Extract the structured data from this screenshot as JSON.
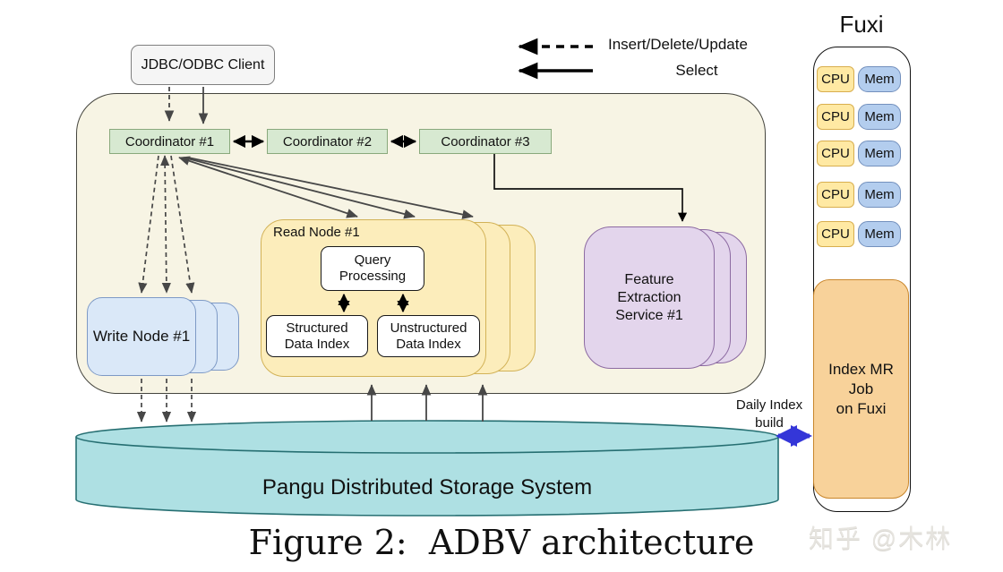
{
  "caption": "Figure 2:  ADBV architecture",
  "watermark": "知乎 @木林",
  "legend": {
    "dashed_label": "Insert/Delete/Update",
    "solid_label": "Select"
  },
  "client_label": "JDBC/ODBC Client",
  "coordinators": {
    "c1": "Coordinator #1",
    "c2": "Coordinator #2",
    "c3": "Coordinator #3"
  },
  "read_node": {
    "title": "Read Node #1",
    "query_processing": "Query\nProcessing",
    "structured_index": "Structured\nData Index",
    "unstructured_index": "Unstructured\nData Index"
  },
  "write_node": {
    "label": "Write Node #1"
  },
  "feature_service": {
    "label": "Feature\nExtraction\nService #1"
  },
  "storage": {
    "label": "Pangu Distributed Storage System"
  },
  "daily_index_label": "Daily Index\nbuild",
  "fuxi": {
    "title": "Fuxi",
    "rows": [
      {
        "cpu": "CPU",
        "mem": "Mem"
      },
      {
        "cpu": "CPU",
        "mem": "Mem"
      },
      {
        "cpu": "CPU",
        "mem": "Mem"
      },
      {
        "cpu": "CPU",
        "mem": "Mem"
      },
      {
        "cpu": "CPU",
        "mem": "Mem"
      }
    ],
    "job_label": "Index MR\nJob\non Fuxi"
  },
  "colors": {
    "container_fill": "#f7f4e4",
    "coordinator_fill": "#d7e9d1",
    "read_node_fill": "#fcedbb",
    "write_node_fill": "#dae8f8",
    "feature_fill": "#e3d5ec",
    "cpu_fill": "#ffe9a3",
    "mem_fill": "#b3cdee",
    "mr_job_fill": "#f8d29a",
    "cylinder_fill": "#aee0e3",
    "arrow_gray": "#474747",
    "daily_arrow_blue": "#3436d8"
  }
}
